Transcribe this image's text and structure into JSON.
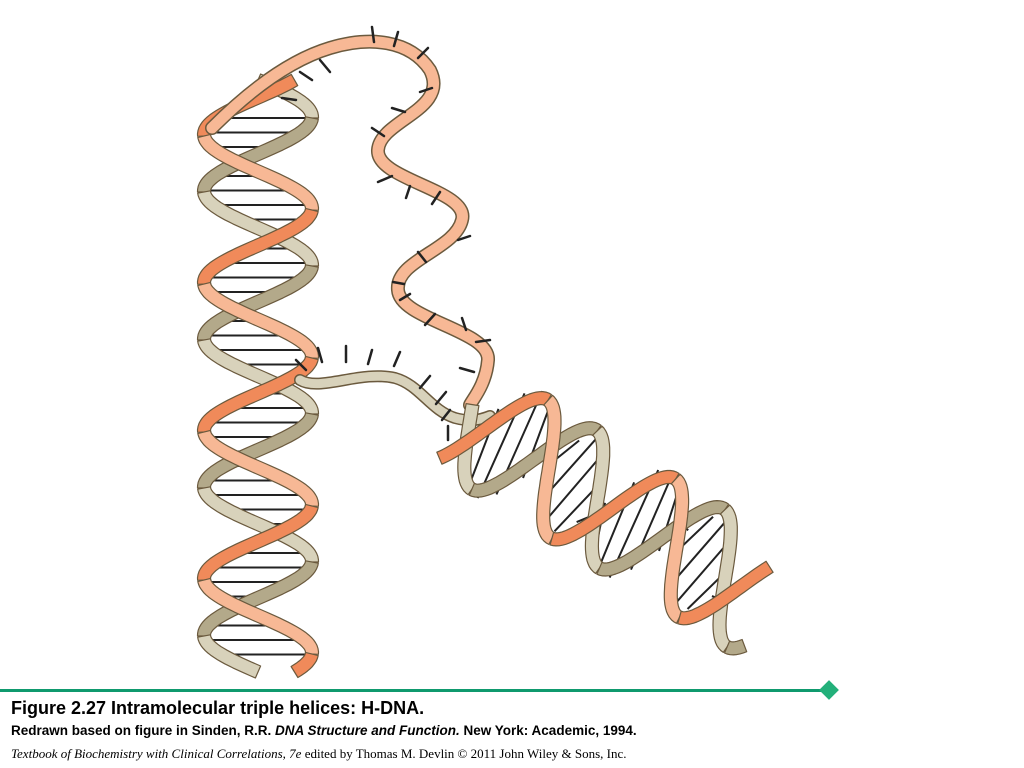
{
  "caption": {
    "title": "Figure 2.27 Intramolecular triple helices: H-DNA.",
    "credit_prefix": "Redrawn based on figure in Sinden, R.R. ",
    "credit_book": "DNA Structure and Function.",
    "credit_suffix": "  New York: Academic, 1994.",
    "source_book": "Textbook of Biochemistry with Clinical Correlations, 7e",
    "source_rest": " edited by Thomas M. Devlin © 2011 John Wiley & Sons, Inc."
  },
  "colors": {
    "strand_orange": "#f08a5a",
    "strand_orange_light": "#f7b895",
    "strand_tan": "#b3a98a",
    "strand_tan_light": "#d8d2bb",
    "strand_outline": "#6b5a3e",
    "base_pair": "#222222",
    "rule": "#0f9a6e",
    "rule_diamond": "#23b07a"
  }
}
